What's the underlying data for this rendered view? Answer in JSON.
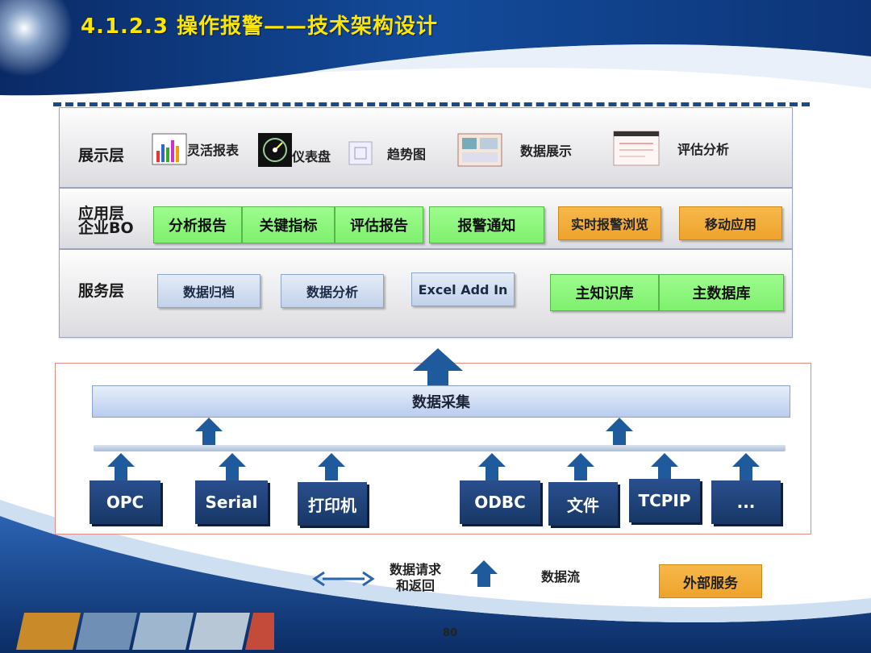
{
  "title": "4.1.2.3 操作报警——技术架构设计",
  "layers": {
    "display": {
      "label": "展示层",
      "items": [
        {
          "label": "灵活报表",
          "icon": "bar-chart-report-icon"
        },
        {
          "label": "仪表盘",
          "icon": "dashboard-icon"
        },
        {
          "label": "趋势图",
          "icon": "trend-chart-icon"
        },
        {
          "label": "数据展示",
          "icon": "data-display-icon"
        },
        {
          "label": "评估分析",
          "icon": "evaluation-analysis-icon"
        }
      ]
    },
    "application": {
      "label_line1": "应用层",
      "label_line2": "企业BO",
      "green": [
        "分析报告",
        "关键指标",
        "评估报告",
        "报警通知"
      ],
      "orange": [
        "实时报警浏览",
        "移动应用"
      ]
    },
    "service": {
      "label": "服务层",
      "blue": [
        "数据归档",
        "数据分析",
        "Excel Add In"
      ],
      "green": [
        "主知识库",
        "主数据库"
      ]
    }
  },
  "collection": {
    "label": "数据采集",
    "sources": [
      "OPC",
      "Serial",
      "打印机",
      "ODBC",
      "文件",
      "TCPIP",
      "..."
    ]
  },
  "legend": {
    "request_line1": "数据请求",
    "request_line2": "和返回",
    "flow": "数据流",
    "external": "外部服务"
  },
  "page_number": "80",
  "colors": {
    "title": "#ffe600",
    "green_box": "#8ef77e",
    "orange_box": "#f2ad3a",
    "source_box": "#1f4478",
    "arrow": "#1f5a9c"
  }
}
